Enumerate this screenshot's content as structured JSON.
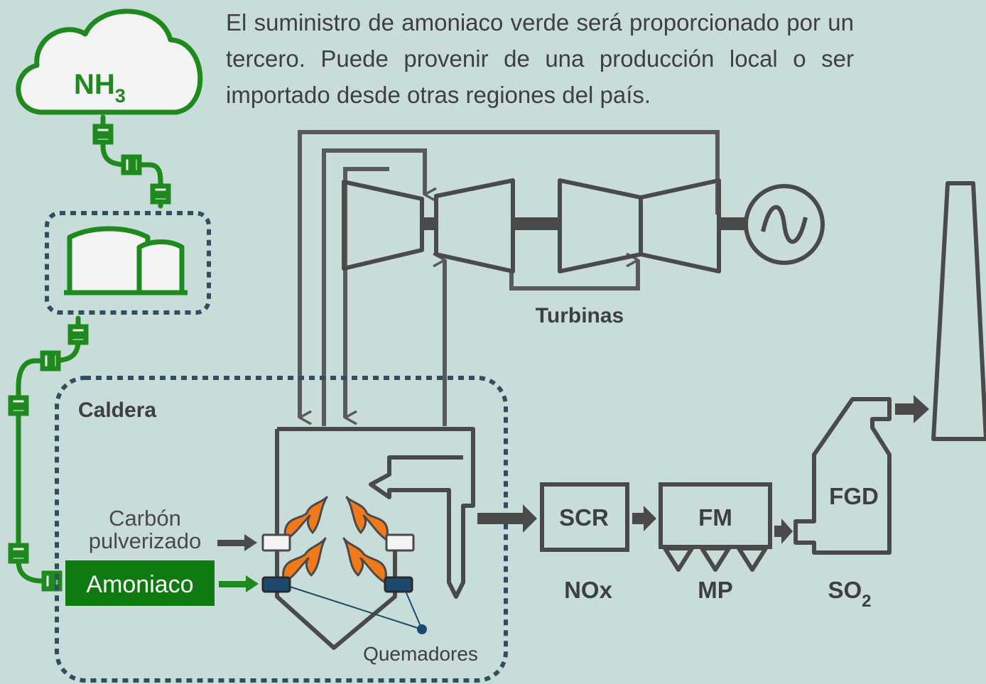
{
  "description": "El suministro de amoniaco verde será proporcionado por un tercero. Puede provenir de una producción local o ser importado desde otras regiones del país.",
  "cloud": {
    "formula_main": "NH",
    "formula_sub": "3"
  },
  "labels": {
    "turbines": "Turbinas",
    "boiler": "Caldera",
    "coal_line1": "Carbón",
    "coal_line2": "pulverizado",
    "ammonia": "Amoniaco",
    "burners": "Quemadores"
  },
  "units": {
    "scr": "SCR",
    "fm": "FM",
    "fgd": "FGD"
  },
  "pollutants": {
    "nox": "NOx",
    "mp": "MP",
    "so2_main": "SO",
    "so2_sub": "2"
  },
  "colors": {
    "background": "#c8dcd9",
    "ammonia_green": "#1e8a1e",
    "ammonia_box": "#0f7a0f",
    "outline": "#4a4a4a",
    "arrow_gray": "#5a5a5a",
    "flame_orange": "#f07a1a",
    "burner_blue": "#1c4a6e",
    "dotted_border": "#2f4f5f"
  },
  "icons": {
    "cloud": "cloud-icon",
    "storage": "storage-tanks-icon",
    "generator": "generator-sine-icon",
    "stack": "chimney-stack-icon"
  }
}
